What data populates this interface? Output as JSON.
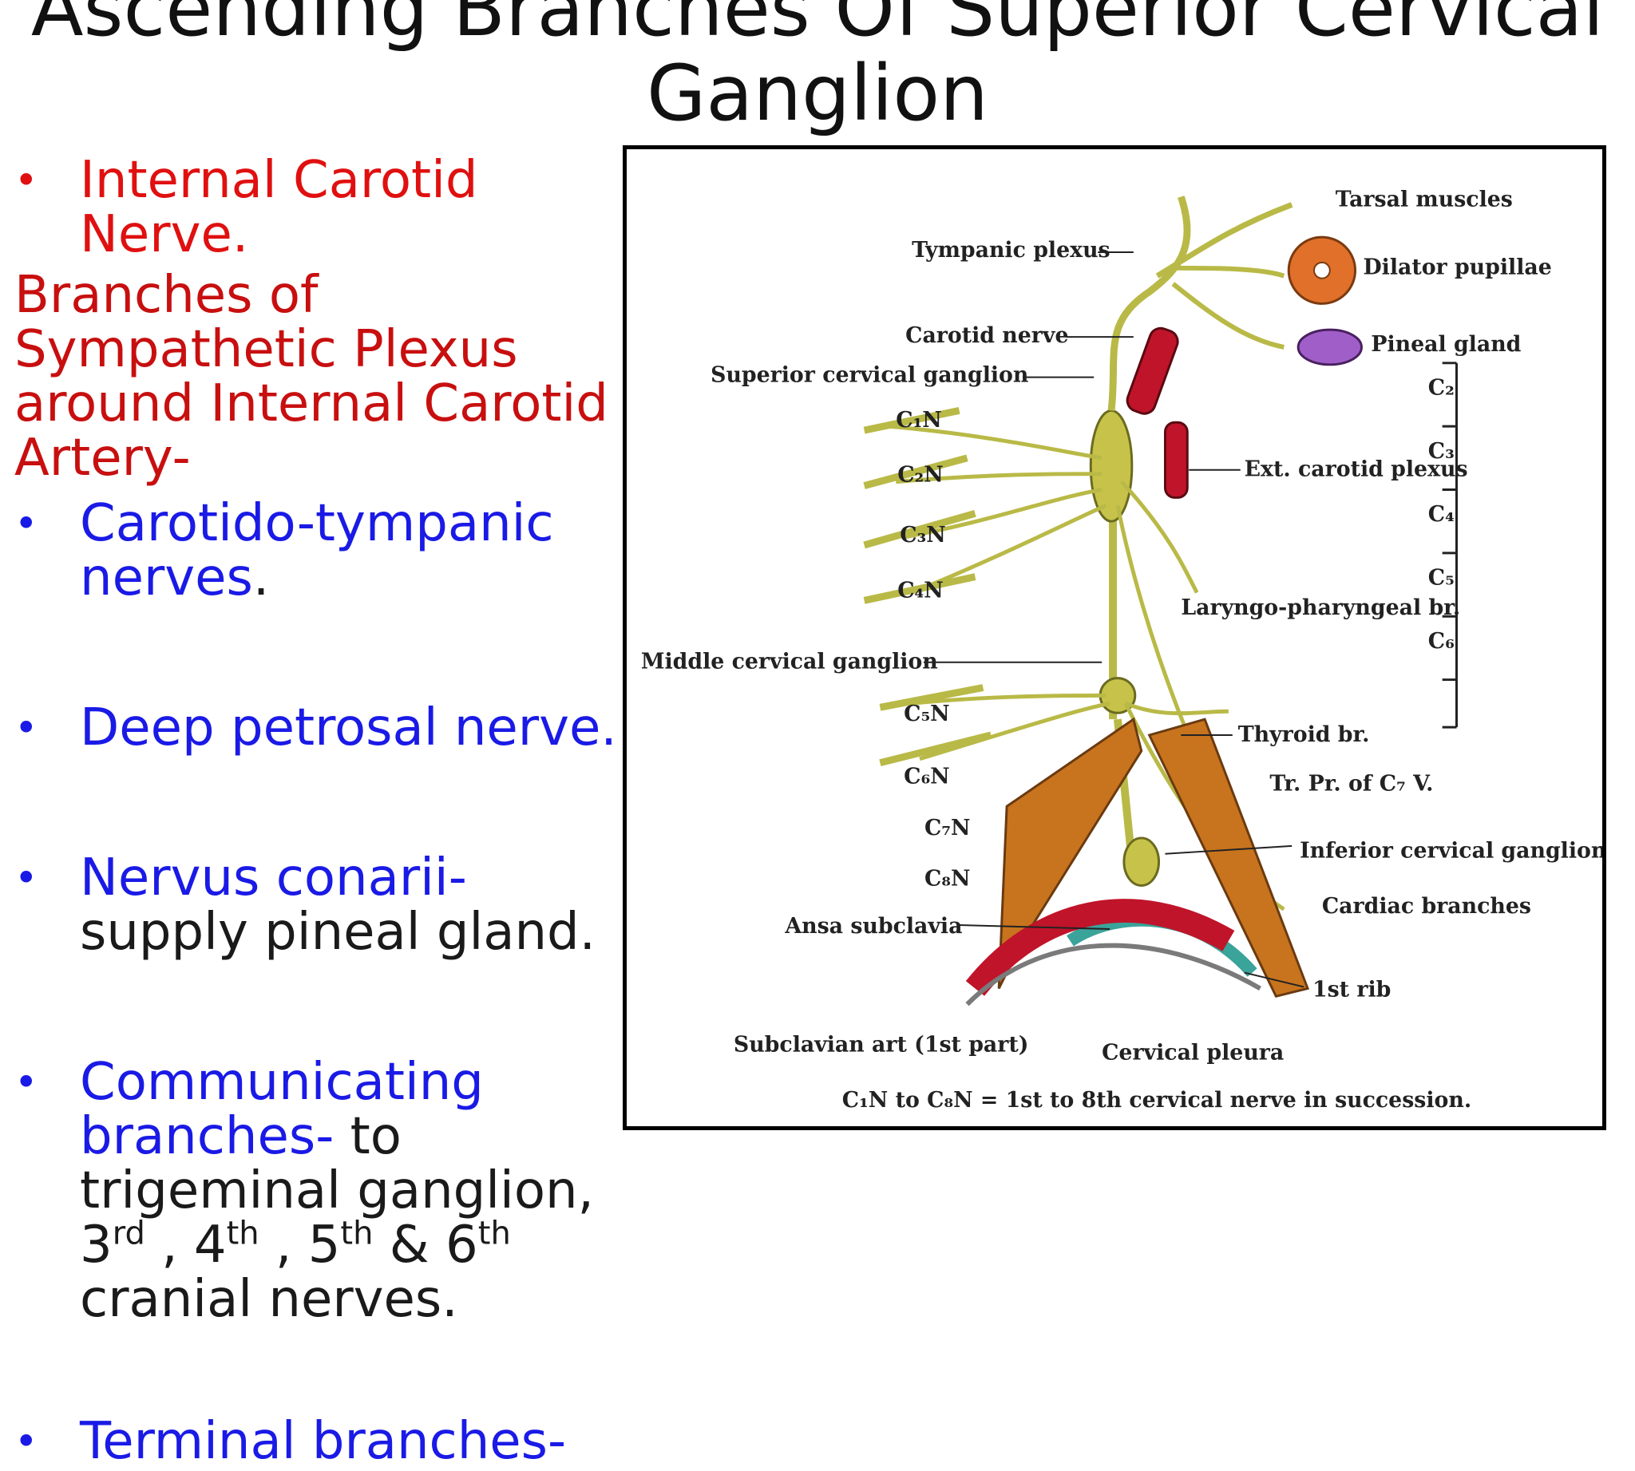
{
  "title": "Ascending Branches Of Superior Cervical Ganglion",
  "bullets": {
    "b1": "Internal Carotid Nerve.",
    "heading": "Branches of Sympathetic Plexus around Internal Carotid Artery-",
    "b2": "Carotido-tympanic nerves",
    "b2_end": ".",
    "b3": "Deep petrosal nerve.",
    "b4_term": "Nervus conarii-",
    "b4_rest": " supply pineal gland.",
    "b5_term": "Communicating branches-",
    "b5_rest": " to trigeminal ganglion, 3",
    "b5_sup1": "rd",
    "b5_mid1": " , 4",
    "b5_sup2": "th",
    "b5_mid2": " , 5",
    "b5_sup3": "th",
    "b5_mid3": " & 6",
    "b5_sup4": "th",
    "b5_end": " cranial nerves.",
    "b6": "Terminal branches-"
  },
  "figure": {
    "labels": {
      "tarsal": "Tarsal muscles",
      "tympanic": "Tympanic plexus",
      "dilator": "Dilator pupillae",
      "carotid_nerve": "Carotid nerve",
      "pineal": "Pineal gland",
      "scg": "Superior cervical ganglion",
      "ext_carotid": "Ext. carotid plexus",
      "laryngo": "Laryngo-pharyngeal br.",
      "mcg": "Middle cervical ganglion",
      "thyroid": "Thyroid br.",
      "trpr": "Tr. Pr. of C₇ V.",
      "icg": "Inferior cervical ganglion",
      "cardiac": "Cardiac branches",
      "ansa": "Ansa subclavia",
      "rib": "1st rib",
      "subclavian": "Subclavian art (1st part)",
      "pleura": "Cervical pleura",
      "c1n": "C₁N",
      "c2n": "C₂N",
      "c3n": "C₃N",
      "c4n": "C₄N",
      "c5n": "C₅N",
      "c6n": "C₆N",
      "c7n": "C₇N",
      "c8n": "C₈N",
      "v2": "C₂",
      "v3": "C₃",
      "v4": "C₄",
      "v5": "C₅",
      "v6": "C₆"
    },
    "caption": "C₁N to C₈N = 1st to 8th cervical nerve in succession.",
    "colors": {
      "nerve": "#b9b947",
      "nerve_dark": "#6b6b1f",
      "artery": "#c0142a",
      "muscle": "#c8741e",
      "pineal": "#a05fc8",
      "pleura": "#3aa39a"
    }
  }
}
